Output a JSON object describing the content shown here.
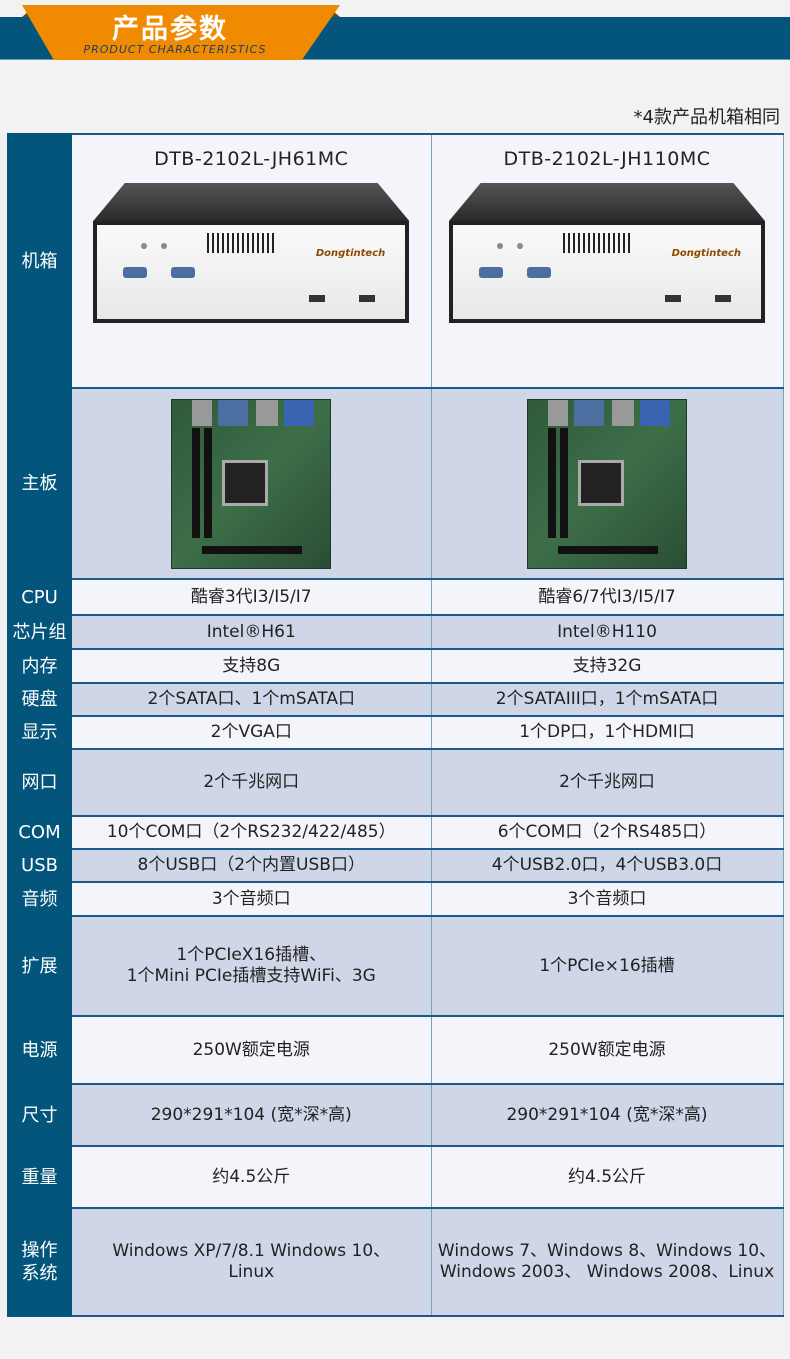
{
  "header": {
    "title": "产品参数",
    "subtitle": "PRODUCT CHARACTERISTICS",
    "accent": "#f08a00",
    "bar_color": "#03557b"
  },
  "note": "*4款产品机箱相同",
  "models": [
    "DTB-2102L-JH61MC",
    "DTB-2102L-JH110MC"
  ],
  "chassis": {
    "label": "机箱",
    "brand": "Dongtintech"
  },
  "mainboard": {
    "label": "主板"
  },
  "specs": [
    {
      "label": "CPU",
      "values": [
        "酷睿3代I3/I5/I7",
        "酷睿6/7代I3/I5/I7"
      ]
    },
    {
      "label": "芯片组",
      "values": [
        "Intel®H61",
        "Intel®H110"
      ]
    },
    {
      "label": "内存",
      "values": [
        "支持8G",
        "支持32G"
      ]
    },
    {
      "label": "硬盘",
      "values": [
        "2个SATA口、1个mSATA口",
        "2个SATAIII口，1个mSATA口"
      ]
    },
    {
      "label": "显示",
      "values": [
        "2个VGA口",
        "1个DP口，1个HDMI口"
      ]
    },
    {
      "label": "网口",
      "values": [
        "2个千兆网口",
        "2个千兆网口"
      ]
    },
    {
      "label": "COM",
      "values": [
        "10个COM口（2个RS232/422/485）",
        "6个COM口（2个RS485口）"
      ]
    },
    {
      "label": "USB",
      "values": [
        "8个USB口（2个内置USB口）",
        "4个USB2.0口，4个USB3.0口"
      ]
    },
    {
      "label": "音频",
      "values": [
        "3个音频口",
        "3个音频口"
      ]
    },
    {
      "label": "扩展",
      "values": [
        "1个PCIeX16插槽、\n1个Mini PCIe插槽支持WiFi、3G",
        "1个PCIe×16插槽"
      ]
    },
    {
      "label": "电源",
      "values": [
        "250W额定电源",
        "250W额定电源"
      ]
    },
    {
      "label": "尺寸",
      "values": [
        "290*291*104 (宽*深*高)",
        "290*291*104 (宽*深*高)"
      ]
    },
    {
      "label": "重量",
      "values": [
        "约4.5公斤",
        "约4.5公斤"
      ]
    },
    {
      "label": "操作\n系统",
      "values": [
        "Windows XP/7/8.1 Windows 10、\nLinux",
        "Windows 7、Windows 8、Windows 10、\nWindows 2003、 Windows 2008、Linux"
      ]
    }
  ]
}
